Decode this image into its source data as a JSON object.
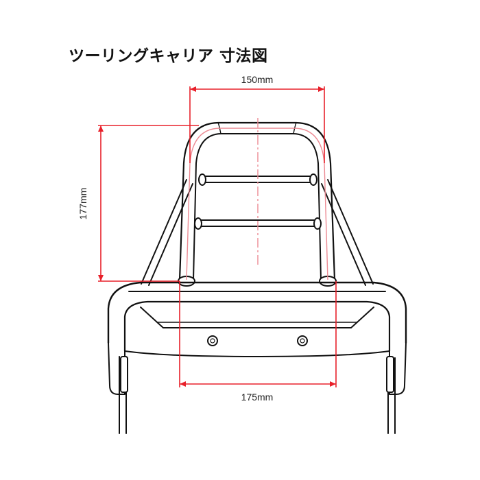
{
  "title": "ツーリングキャリア 寸法図",
  "dimensions": {
    "top_width": "150mm",
    "height": "177mm",
    "bottom_width": "175mm"
  },
  "colors": {
    "dimension_line": "#e8202a",
    "guide_line": "#ec8a93",
    "outline": "#111111"
  }
}
